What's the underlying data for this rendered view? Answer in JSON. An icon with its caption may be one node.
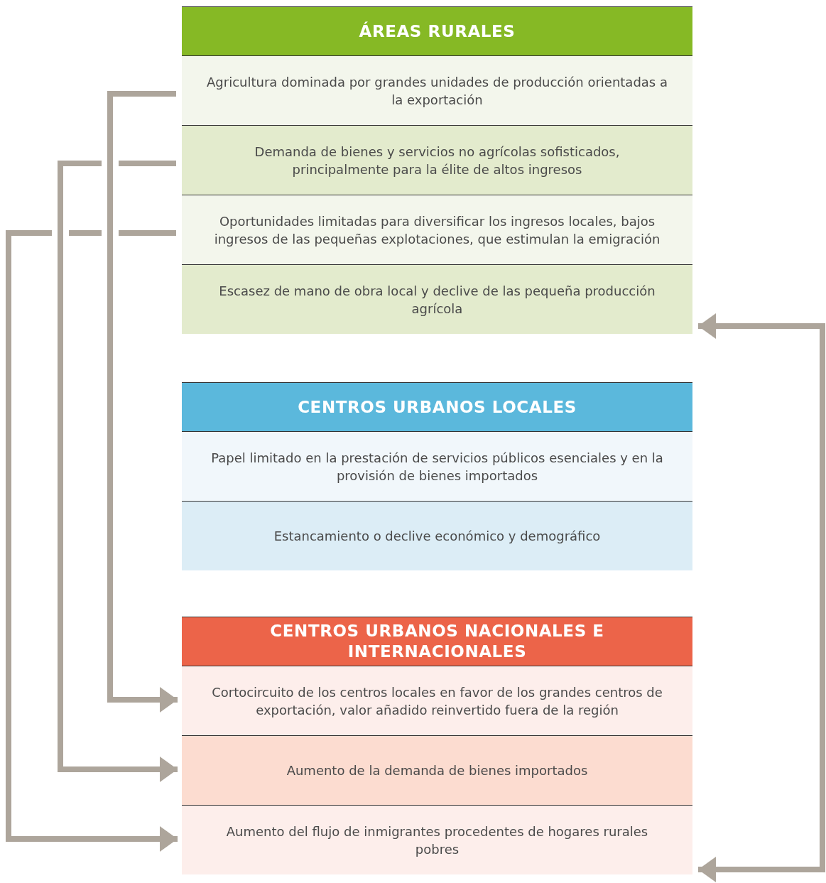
{
  "diagram": {
    "nodes": [
      {
        "text": [
          "ÁREAS RURALES"
        ]
      },
      {
        "text": [
          "Agricultura dominada por grandes unidades de producción orientadas a la exportación"
        ],
        "in": 0
      },
      {
        "text": [
          "Demanda de bienes y servicios no agrícolas sofisticados, principalmente para la élite de altos ingresos"
        ],
        "in": 0
      },
      {
        "text": [
          "Oportunidades limitadas para diversificar los ingresos locales, bajos ingresos de las pequeñas explotaciones, que estimulan la emigración"
        ],
        "in": 0
      },
      {
        "text": [
          "Escasez de mano de obra local y declive de las pequeña producción agrícola"
        ],
        "in": 0
      },
      {
        "text": [
          "CENTROS URBANOS LOCALES"
        ]
      },
      {
        "text": [
          "Papel limitado en la prestación de servicios públicos esenciales y en la provisión de bienes importados"
        ],
        "in": 5
      },
      {
        "text": [
          "Estancamiento o declive económico y demográfico"
        ],
        "in": 5
      },
      {
        "text": [
          "CENTROS URBANOS NACIONALES E INTERNACIONALES"
        ]
      },
      {
        "text": [
          "Cortocircuito de los centros locales en favor de los grandes centros de exportación, valor añadido reinvertido fuera de la región"
        ],
        "in": 8
      },
      {
        "text": [
          "Aumento de la demanda de bienes importados"
        ],
        "in": 8
      },
      {
        "text": [
          "Aumento del flujo de inmigrantes procedentes de hogares rurales pobres"
        ],
        "in": 8
      }
    ],
    "edges": [
      {
        "from": 1,
        "to": 9,
        "arrow": "to"
      },
      {
        "from": 2,
        "to": 10,
        "arrow": "to"
      },
      {
        "from": 3,
        "to": 11,
        "arrow": "to"
      },
      {
        "from": 4,
        "to": 11,
        "arrow": "both"
      }
    ]
  }
}
